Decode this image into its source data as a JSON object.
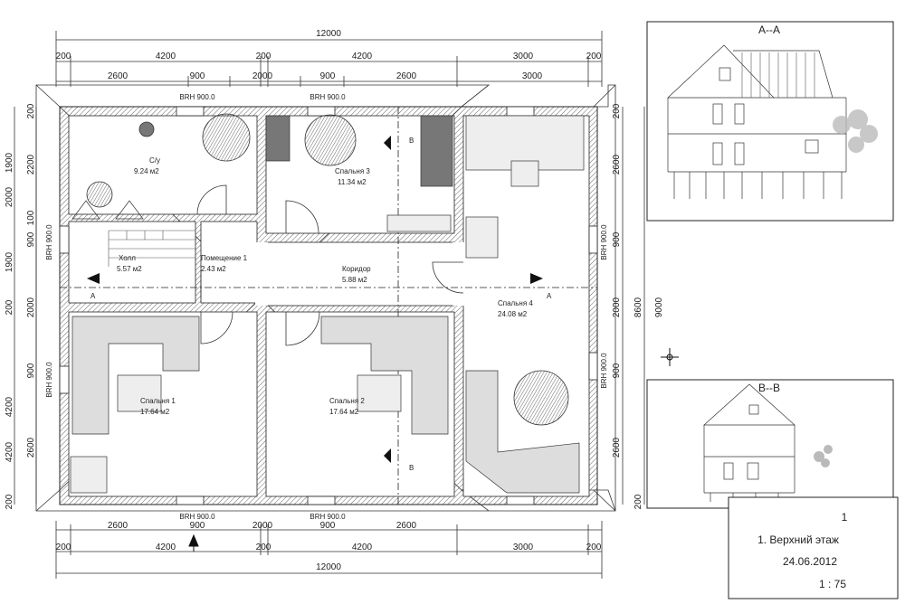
{
  "plan": {
    "dims": {
      "total_top": "12000",
      "total_bottom": "12000",
      "top_row": [
        "200",
        "4200",
        "200",
        "4200",
        "3000",
        "200"
      ],
      "second_row": [
        "2600",
        "900",
        "2000",
        "900",
        "2600",
        "3000"
      ],
      "bottom_row1": [
        "2600",
        "900",
        "2000",
        "900",
        "2600"
      ],
      "bottom_row2": [
        "200",
        "4200",
        "200",
        "4200",
        "3000",
        "200"
      ],
      "left_inner": [
        "200",
        "2200",
        "100",
        "900",
        "1900",
        "2000",
        "200",
        "900",
        "4200",
        "2600",
        "200"
      ],
      "left_outer": [
        "2600",
        "1900",
        "2000",
        "4200"
      ],
      "right_inner": [
        "200",
        "2600",
        "900",
        "2000",
        "900",
        "2600",
        "200"
      ],
      "right_outer": [
        "8600",
        "9000"
      ]
    },
    "brh": {
      "top_left": "BRH 900.0",
      "top_mid": "BRH 900.0",
      "bottom_left": "BRH 900.0",
      "bottom_mid": "BRH 900.0",
      "left_upper": "BRH 900.0",
      "left_lower": "BRH 900.0",
      "right_upper": "BRH 900.0",
      "right_lower": "BRH 900.0"
    },
    "rooms": {
      "bath": {
        "name": "С/у",
        "area": "9.24 м2"
      },
      "bedroom3": {
        "name": "Спальня 3",
        "area": "11.34 м2"
      },
      "hall": {
        "name": "Холл",
        "area": "5.57 м2"
      },
      "room1": {
        "name": "Помещение 1",
        "area": "2.43 м2"
      },
      "corridor": {
        "name": "Коридор",
        "area": "5.88 м2"
      },
      "bedroom4": {
        "name": "Спальня 4",
        "area": "24.08 м2"
      },
      "bedroom1": {
        "name": "Спальня 1",
        "area": "17.64 м2"
      },
      "bedroom2": {
        "name": "Спальня 2",
        "area": "17.64 м2"
      }
    },
    "section_marks": {
      "a_left": "A",
      "a_right": "A",
      "b_top": "B",
      "b_bottom": "B"
    }
  },
  "sections": {
    "aa_title": "A--A",
    "bb_title": "B--B"
  },
  "title_block": {
    "sheet": "1",
    "name": "1. Верхний этаж",
    "date": "24.06.2012",
    "scale": "1 : 75"
  }
}
